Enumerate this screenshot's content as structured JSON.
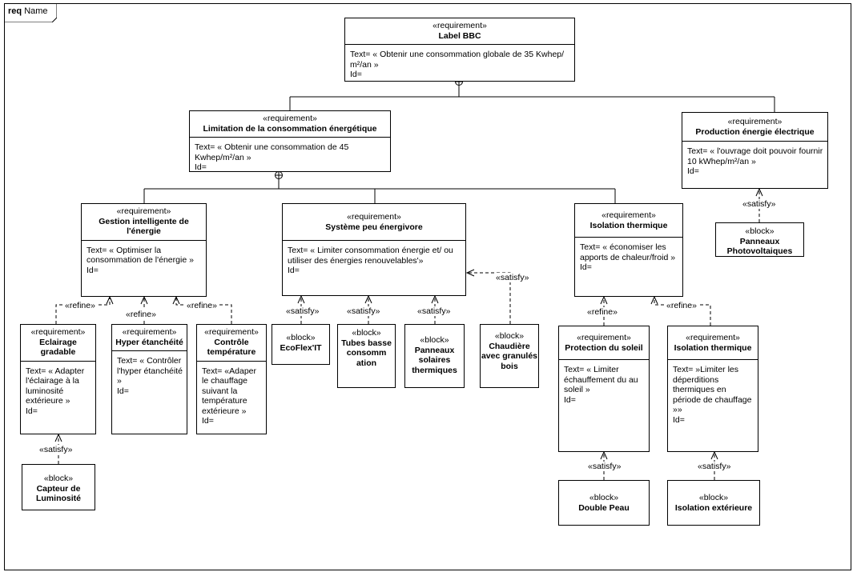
{
  "frame": {
    "kind": "req",
    "name": "Name"
  },
  "stereotypes": {
    "requirement": "«requirement»",
    "block": "«block»",
    "refine": "«refine»",
    "satisfy": "«satisfy»"
  },
  "requirements": {
    "label_bbc": {
      "name": "Label BBC",
      "text": "Text= « Obtenir une consommation globale de 35 Kwhep/ m²/an »",
      "id": "Id="
    },
    "limitation": {
      "name": "Limitation de la consommation énergétique",
      "text": "Text= « Obtenir une consommation de 45 Kwhep/m²/an »",
      "id": "Id="
    },
    "production": {
      "name": "Production énergie électrique",
      "text": "Text= « l'ouvrage doit pouvoir fournir 10 kWhep/m²/an »",
      "id": "Id="
    },
    "gestion": {
      "name": "Gestion intelligente de l'énergie",
      "text": "Text= « Optimiser la consommation de l'énergie »",
      "id": "Id="
    },
    "systeme": {
      "name": "Système peu énergivore",
      "text": "Text= « Limiter consommation énergie et/ ou utiliser des énergies renouvelables'»",
      "id": "Id="
    },
    "isolation_top": {
      "name": "Isolation thermique",
      "text": "Text= « économiser les apports de chaleur/froid »",
      "id": "Id="
    },
    "eclairage": {
      "name": "Eclairage gradable",
      "text": "Text= « Adapter l'éclairage à la luminosité extérieure »",
      "id": "Id="
    },
    "hyper": {
      "name": "Hyper étanchéité",
      "text": "Text= « Contrôler l'hyper étanchéité »",
      "id": "Id="
    },
    "controle": {
      "name": "Contrôle température",
      "text": "Text= «Adaper le chauffage suivant la température extérieure »",
      "id": "Id="
    },
    "protection": {
      "name": "Protection du soleil",
      "text": "Text= « Limiter échauffement du au soleil »",
      "id": "Id="
    },
    "isolation_bottom": {
      "name": "Isolation thermique",
      "text": "Text= »Limiter les déperditions thermiques en période de chauffage »»",
      "id": "Id="
    }
  },
  "blocks": {
    "panneaux_pv": "Panneaux Photovoltaiques",
    "ecoflex": "EcoFlex'IT",
    "tubes": "Tubes basse consomm ation",
    "panneaux_solaires": "Panneaux solaires thermiques",
    "chaudiere": "Chaudière avec granulés bois",
    "capteur": "Capteur de Luminosité",
    "double_peau": "Double Peau",
    "isolation_ext": "Isolation extérieure"
  },
  "relations": [
    {
      "kind": "satisfy",
      "from": "panneaux_pv",
      "to": "production"
    },
    {
      "kind": "satisfy",
      "from": "ecoflex",
      "to": "systeme"
    },
    {
      "kind": "satisfy",
      "from": "tubes",
      "to": "systeme"
    },
    {
      "kind": "satisfy",
      "from": "panneaux_solaires",
      "to": "systeme"
    },
    {
      "kind": "satisfy",
      "from": "chaudiere",
      "to": "systeme"
    },
    {
      "kind": "refine",
      "from": "eclairage",
      "to": "gestion"
    },
    {
      "kind": "refine",
      "from": "hyper",
      "to": "gestion"
    },
    {
      "kind": "refine",
      "from": "controle",
      "to": "gestion"
    },
    {
      "kind": "satisfy",
      "from": "capteur",
      "to": "eclairage"
    },
    {
      "kind": "refine",
      "from": "protection",
      "to": "isolation_top"
    },
    {
      "kind": "refine",
      "from": "isolation_bottom",
      "to": "isolation_top"
    },
    {
      "kind": "satisfy",
      "from": "double_peau",
      "to": "protection"
    },
    {
      "kind": "satisfy",
      "from": "isolation_ext",
      "to": "isolation_bottom"
    }
  ],
  "containment": [
    {
      "parent": "label_bbc",
      "children": [
        "limitation",
        "production"
      ]
    },
    {
      "parent": "limitation",
      "children": [
        "gestion",
        "systeme",
        "isolation_top"
      ]
    }
  ]
}
